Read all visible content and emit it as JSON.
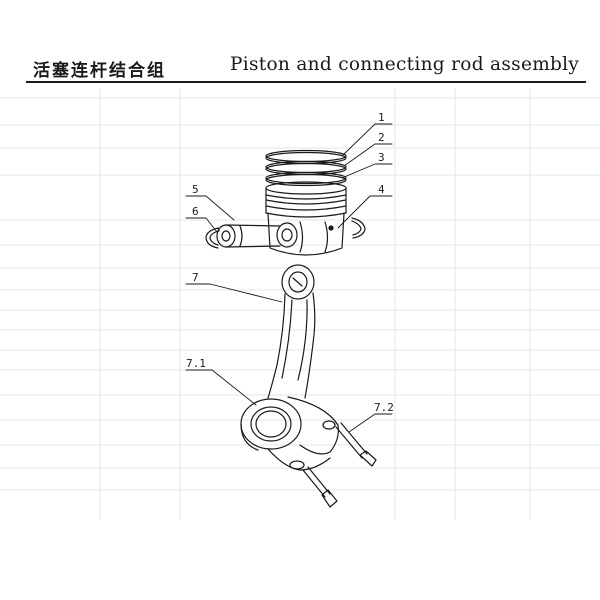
{
  "header": {
    "title_cn": "活塞连杆结合组",
    "title_en": "Piston and connecting rod assembly"
  },
  "callouts": {
    "c1": "1",
    "c2": "2",
    "c3": "3",
    "c4": "4",
    "c5": "5",
    "c6": "6",
    "c7": "7",
    "c7_1": "7.1",
    "c7_2": "7.2"
  },
  "colors": {
    "ink": "#1a1a1a",
    "faint": "#d9dde0"
  }
}
